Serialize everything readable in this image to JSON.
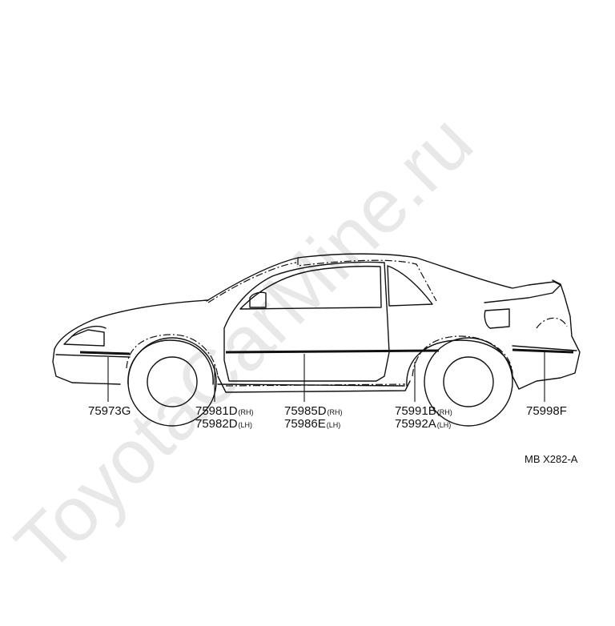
{
  "watermark": "ToyotaCarMine.ru",
  "reference_code": "MB X282-A",
  "parts": [
    {
      "number": "75973G",
      "side": ""
    },
    {
      "number": "75981D",
      "side": "(RH)"
    },
    {
      "number": "75982D",
      "side": "(LH)"
    },
    {
      "number": "75985D",
      "side": "(RH)"
    },
    {
      "number": "75986E",
      "side": "(LH)"
    },
    {
      "number": "75991B",
      "side": "(RH)"
    },
    {
      "number": "75992A",
      "side": "(LH)"
    },
    {
      "number": "75998F",
      "side": ""
    }
  ]
}
